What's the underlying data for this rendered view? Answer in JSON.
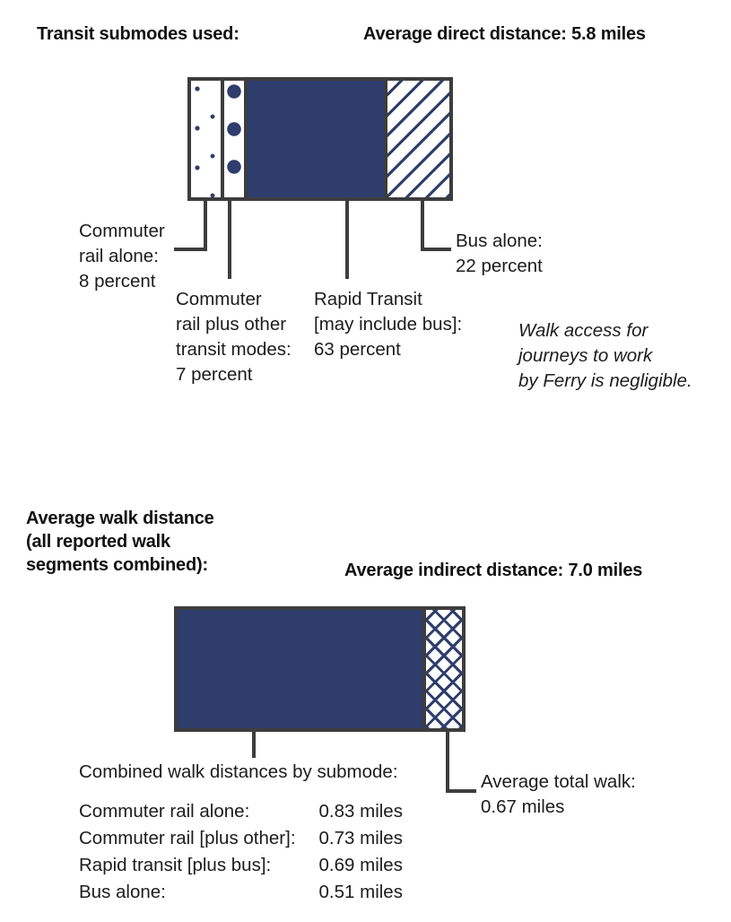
{
  "section1": {
    "title_left": "Transit submodes used:",
    "title_right": "Average direct distance: 5.8 miles",
    "note": "Walk access for\njourneys to work\nby Ferry is negligible.",
    "labels": {
      "commuter_rail_alone": "Commuter\nrail alone:\n8 percent",
      "commuter_rail_plus": "Commuter\nrail plus other\ntransit modes:\n7 percent",
      "rapid_transit": "Rapid Transit\n[may include bus]:\n63 percent",
      "bus_alone": "Bus alone:\n22 percent"
    }
  },
  "section2": {
    "title_left": "Average walk distance\n(all reported walk\nsegments combined):",
    "title_right": "Average indirect distance: 7.0 miles",
    "table_caption": "Combined walk distances by submode:",
    "total_label": "Average total walk:\n0.67 miles",
    "rows": [
      {
        "mode": "Commuter rail alone:",
        "value": "0.83 miles"
      },
      {
        "mode": "Commuter rail [plus other]:",
        "value": "0.73 miles"
      },
      {
        "mode": "Rapid transit [plus bus]:",
        "value": "0.69 miles"
      },
      {
        "mode": "Bus alone:",
        "value": "0.51 miles"
      }
    ]
  },
  "colors": {
    "navy": "#2e3d6b",
    "outline": "#3d3d3d",
    "text": "#1c1c1c",
    "background": "#ffffff"
  },
  "chart_data": [
    {
      "type": "bar",
      "orientation": "horizontal-stacked",
      "title": "Transit submodes used",
      "subtitle": "Average direct distance: 5.8 miles",
      "unit": "percent",
      "categories": [
        "Commuter rail alone",
        "Commuter rail plus other transit modes",
        "Rapid Transit [may include bus]",
        "Bus alone"
      ],
      "values": [
        8,
        7,
        63,
        22
      ],
      "patterns": [
        "small-dots",
        "large-dots",
        "solid",
        "diagonal-hatch"
      ],
      "total": 100,
      "xlabel": "",
      "ylabel": "",
      "xlim": [
        0,
        100
      ],
      "grid": false,
      "legend": "none",
      "annotations": [
        "Walk access for journeys to work by Ferry is negligible."
      ]
    },
    {
      "type": "bar",
      "orientation": "horizontal-stacked",
      "title": "Average walk distance (all reported walk segments combined)",
      "subtitle": "Average indirect distance: 7.0 miles",
      "unit": "miles",
      "categories": [
        "Indirect travel distance",
        "Average total walk"
      ],
      "values": [
        7.0,
        0.67
      ],
      "patterns": [
        "solid",
        "cross-hatch"
      ],
      "xlabel": "",
      "ylabel": "",
      "grid": false,
      "legend": "none",
      "breakdown": {
        "caption": "Combined walk distances by submode:",
        "categories": [
          "Commuter rail alone",
          "Commuter rail [plus other]",
          "Rapid transit [plus bus]",
          "Bus alone"
        ],
        "values": [
          0.83,
          0.73,
          0.69,
          0.51
        ],
        "unit": "miles"
      }
    }
  ]
}
